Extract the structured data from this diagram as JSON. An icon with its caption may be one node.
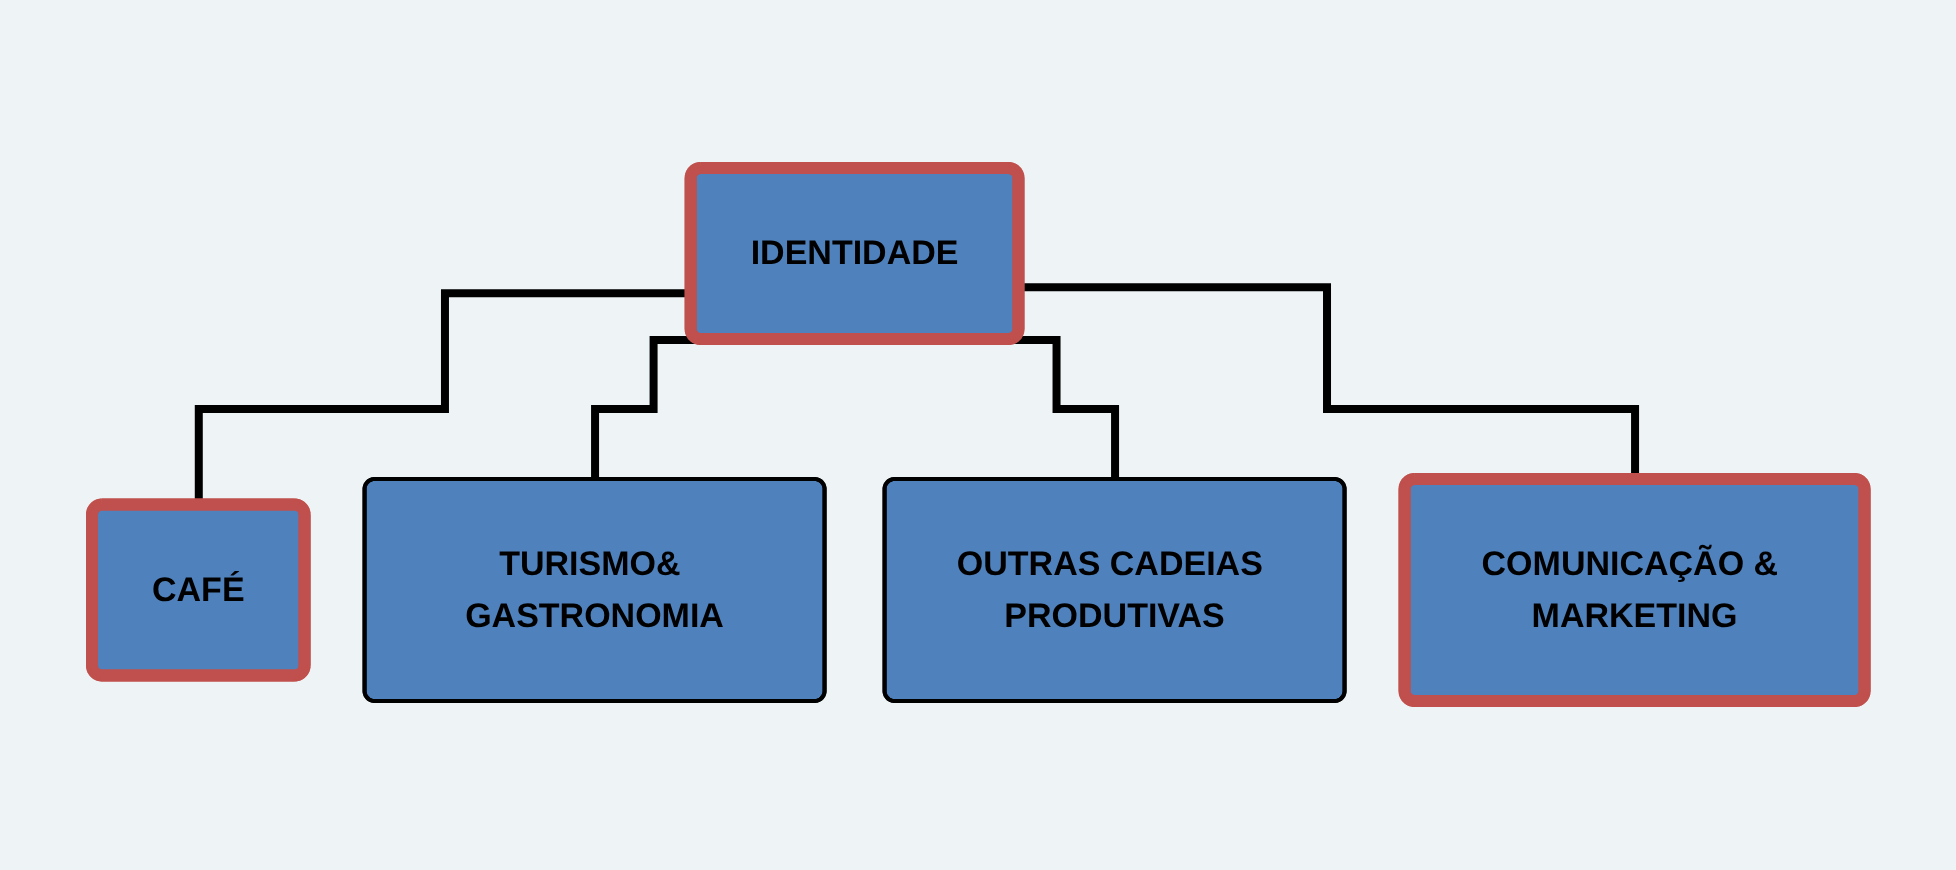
{
  "diagram": {
    "nodes": [
      {
        "text": [
          "IDENTIDADE"
        ]
      },
      {
        "text": [
          "CAFÉ"
        ]
      },
      {
        "text": [
          "TURISMO& GASTRONOMIA"
        ]
      },
      {
        "text": [
          "OUTRAS CADEIAS PRODUTIVAS"
        ]
      },
      {
        "text": [
          "COMUNICAÇÃO & MARKETING"
        ]
      }
    ],
    "edges": [
      {
        "from": 0,
        "to": 1,
        "arrow": "none"
      },
      {
        "from": 0,
        "to": 2,
        "arrow": "none"
      },
      {
        "from": 0,
        "to": 3,
        "arrow": "none"
      },
      {
        "from": 0,
        "to": 4,
        "arrow": "none"
      }
    ]
  }
}
